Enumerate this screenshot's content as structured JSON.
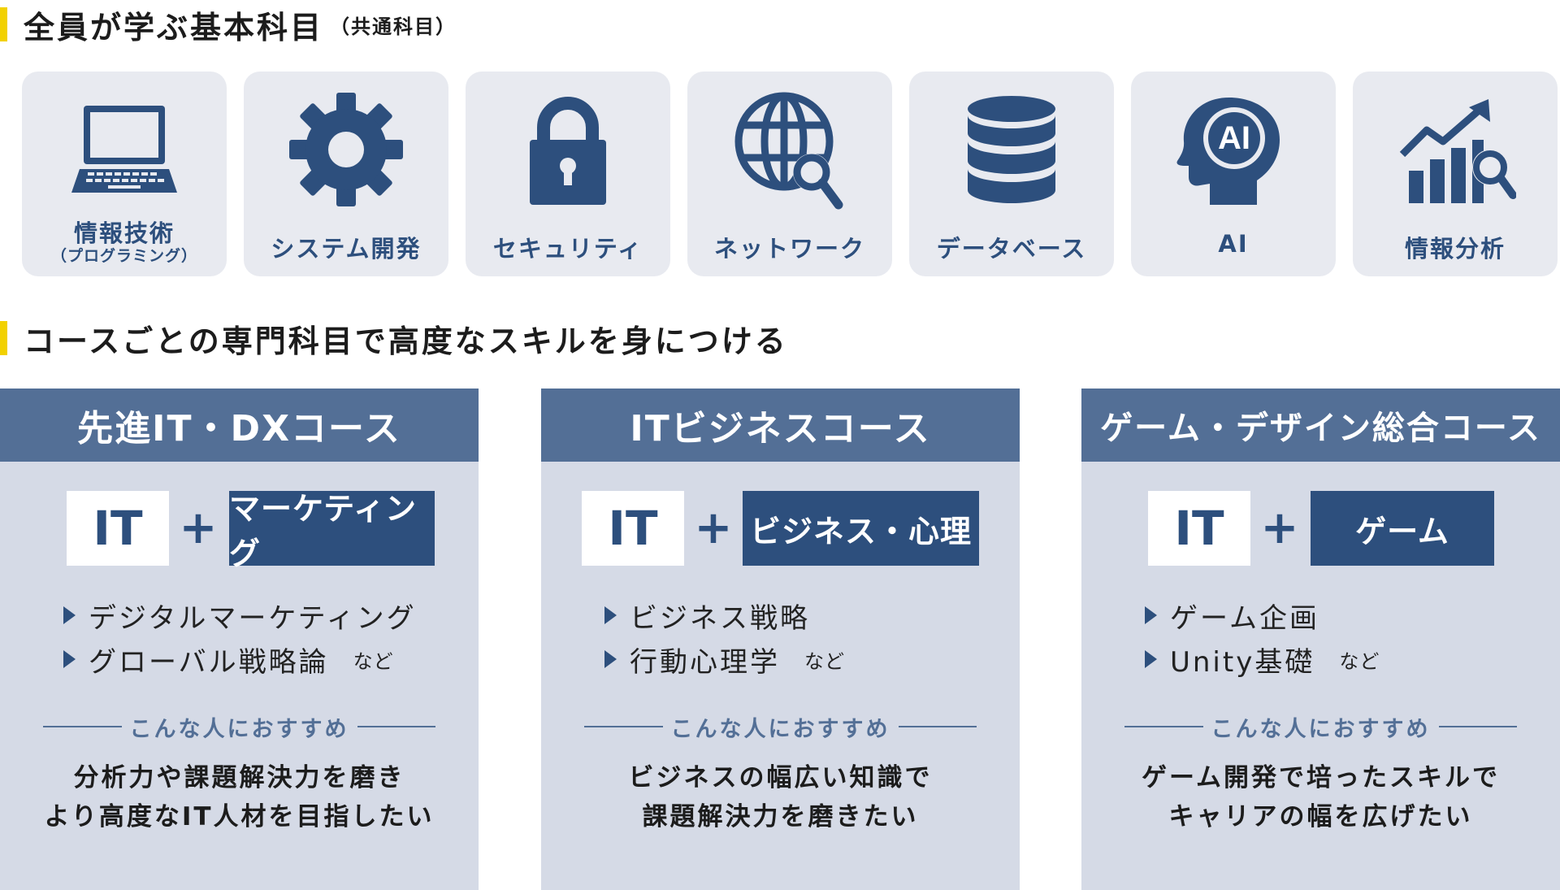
{
  "common": {
    "title": "全員が学ぶ基本科目",
    "subtitle": "（共通科目）",
    "subjects": [
      {
        "label": "情報技術",
        "sublabel": "（プログラミング）",
        "icon": "laptop-icon"
      },
      {
        "label": "システム開発",
        "icon": "gear-icon"
      },
      {
        "label": "セキュリティ",
        "icon": "lock-icon"
      },
      {
        "label": "ネットワーク",
        "icon": "globe-search-icon"
      },
      {
        "label": "データベース",
        "icon": "database-icon"
      },
      {
        "label": "AI",
        "icon": "ai-head-icon",
        "icon_text": "AI"
      },
      {
        "label": "情報分析",
        "icon": "analytics-chart-icon"
      }
    ]
  },
  "specialized": {
    "title": "コースごとの専門科目で高度なスキルを身につける",
    "courses": [
      {
        "name": "先進IT・DXコース",
        "it": "IT",
        "plus": "+",
        "spec": "マーケティング",
        "items": [
          "デジタルマーケティング",
          "グローバル戦略論"
        ],
        "etc": "など",
        "rec_label": "こんな人におすすめ",
        "rec_line1": "分析力や課題解決力を磨き",
        "rec_line2": "より高度なIT人材を目指したい"
      },
      {
        "name": "ITビジネスコース",
        "it": "IT",
        "plus": "+",
        "spec": "ビジネス・心理",
        "items": [
          "ビジネス戦略",
          "行動心理学"
        ],
        "etc": "など",
        "rec_label": "こんな人におすすめ",
        "rec_line1": "ビジネスの幅広い知識で",
        "rec_line2": "課題解決力を磨きたい"
      },
      {
        "name": "ゲーム・デザイン総合コース",
        "it": "IT",
        "plus": "+",
        "spec": "ゲーム",
        "items": [
          "ゲーム企画",
          "Unity基礎"
        ],
        "etc": "など",
        "rec_label": "こんな人におすすめ",
        "rec_line1": "ゲーム開発で培ったスキルで",
        "rec_line2": "キャリアの幅を広げたい"
      }
    ]
  },
  "colors": {
    "accent_yellow": "#f2d100",
    "navy": "#2d4f7d",
    "header_blue": "#536f96",
    "tile_bg": "#e8eaf0",
    "card_bg": "#d5dae6"
  }
}
